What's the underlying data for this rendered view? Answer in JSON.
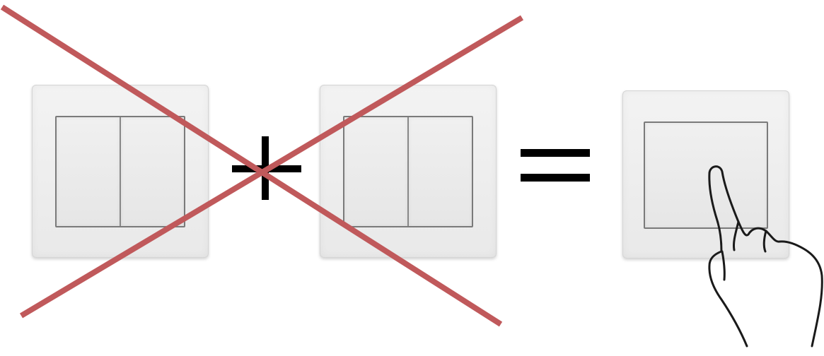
{
  "scene": {
    "switches": [
      {
        "name": "double-switch-left",
        "keys": 2,
        "crossed_out": true
      },
      {
        "name": "double-switch-middle",
        "keys": 2,
        "crossed_out": true
      },
      {
        "name": "single-switch-right",
        "keys": 1,
        "crossed_out": false
      }
    ],
    "operators": [
      "plus-sign",
      "equals-sign"
    ],
    "icons": [
      "cross-out-icon",
      "hand-pointer-icon"
    ],
    "colors": {
      "cross": "#c0595b",
      "operators": "#000000",
      "plate": "#eeeeee",
      "switch_outline": "#7a7a7a",
      "hand_outline": "#1a1a1a"
    }
  }
}
